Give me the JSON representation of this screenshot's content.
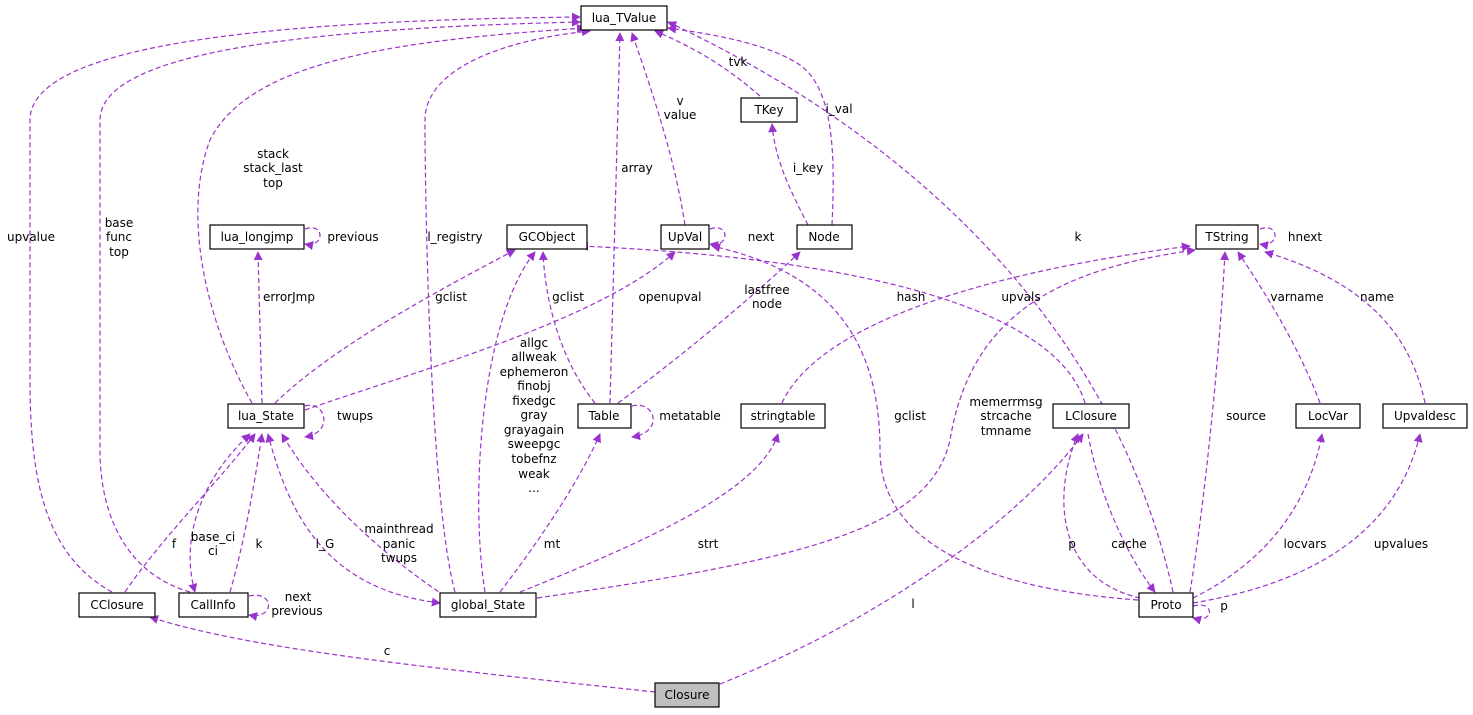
{
  "colors": {
    "edge": "#9a32cd",
    "node_border": "#000000",
    "node_fill": "#ffffff",
    "focus_fill": "#bfbfbf"
  },
  "nodes": {
    "lua_TValue": "lua_TValue",
    "TKey": "TKey",
    "lua_longjmp": "lua_longjmp",
    "GCObject": "GCObject",
    "UpVal": "UpVal",
    "Node": "Node",
    "TString": "TString",
    "lua_State": "lua_State",
    "Table": "Table",
    "stringtable": "stringtable",
    "LClosure": "LClosure",
    "LocVar": "LocVar",
    "Upvaldesc": "Upvaldesc",
    "CClosure": "CClosure",
    "CallInfo": "CallInfo",
    "global_State": "global_State",
    "Proto": "Proto",
    "Closure": "Closure"
  },
  "labels": {
    "upvalue": "upvalue",
    "base_func_top": [
      "base",
      "func",
      "top"
    ],
    "stack": [
      "stack",
      "stack_last",
      "top"
    ],
    "l_registry": "l_registry",
    "array": "array",
    "v_value": [
      "v",
      "value"
    ],
    "tvk": "tvk",
    "i_val": "i_val",
    "i_key": "i_key",
    "k_proto": "k",
    "previous_longjmp": "previous",
    "next_upval": "next",
    "hnext": "hnext",
    "errorJmp": "errorJmp",
    "gclist_state": "gclist",
    "gclist_table": "gclist",
    "openupval": "openupval",
    "lastfree_node": [
      "lastfree",
      "node"
    ],
    "hash": "hash",
    "upvals": "upvals",
    "varname": "varname",
    "name": "name",
    "allgc": [
      "allgc",
      "allweak",
      "ephemeron",
      "finobj",
      "fixedgc",
      "gray",
      "grayagain",
      "sweepgc",
      "tobefnz",
      "weak",
      "..."
    ],
    "twups_self": "twups",
    "metatable": "metatable",
    "gclist_proto": "gclist",
    "memerrmsg": [
      "memerrmsg",
      "strcache",
      "tmname"
    ],
    "source": "source",
    "f": "f",
    "base_ci": [
      "base_ci",
      "ci"
    ],
    "k_callinfo": "k",
    "l_G": "l_G",
    "mainthread": [
      "mainthread",
      "panic",
      "twups"
    ],
    "mt": "mt",
    "strt": "strt",
    "p_lclosure": "p",
    "cache": "cache",
    "locvars": "locvars",
    "upvalues": "upvalues",
    "next_callinfo": [
      "next",
      "previous"
    ],
    "p_proto": "p",
    "c": "c",
    "l": "l"
  }
}
